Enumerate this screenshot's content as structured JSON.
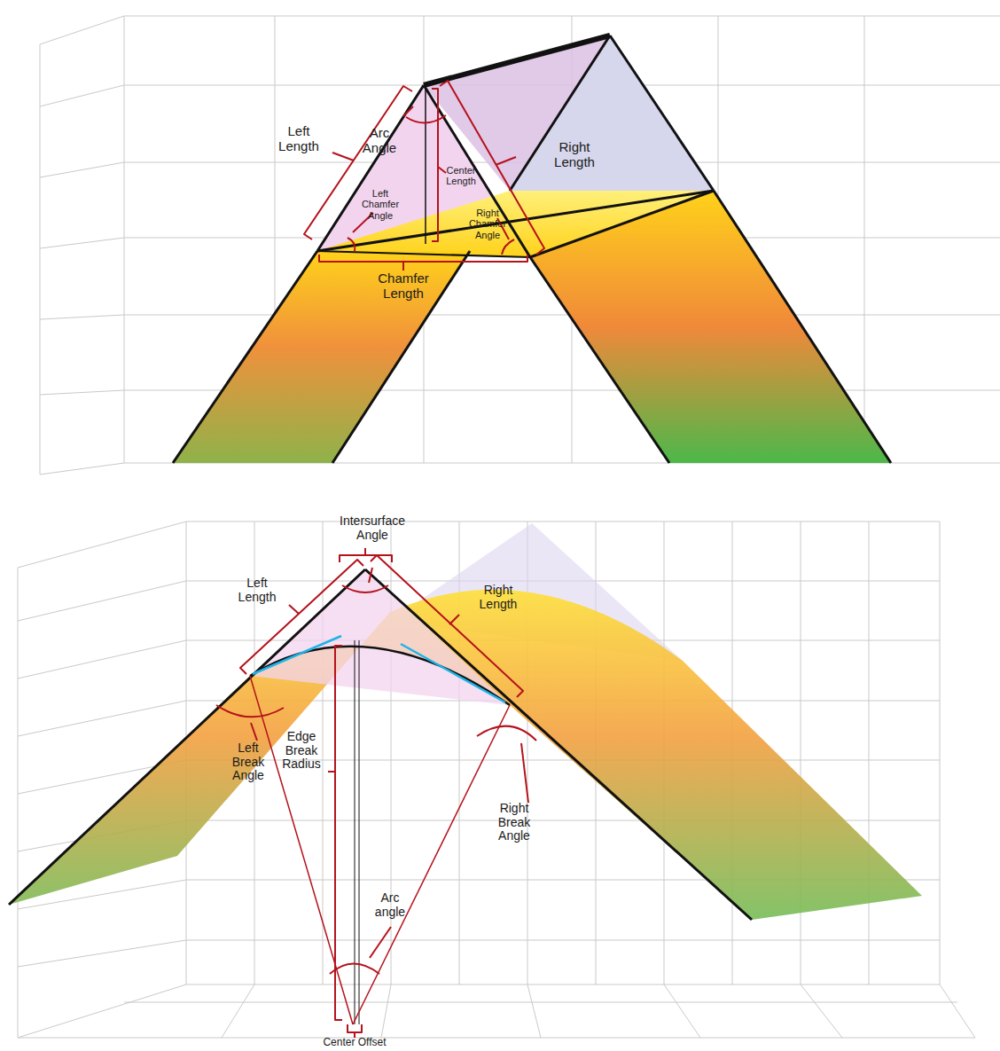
{
  "diagram": {
    "labels": [
      "Left Length",
      "Arc Angle",
      "Center Length",
      "Left Chamfer Angle",
      "Right Length",
      "Right Chamfer Angle",
      "Chamfer Length",
      "Intersurface Angle",
      "Left Length",
      "Right Length",
      "Left Break Angle",
      "Edge Break Radius",
      "Right Break Angle",
      "Arc angle",
      "Center Offset"
    ]
  }
}
